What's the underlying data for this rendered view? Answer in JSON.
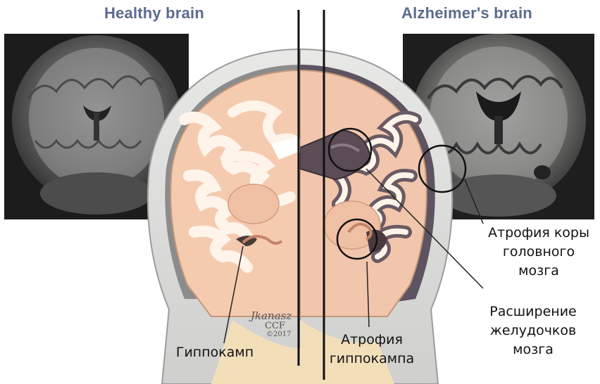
{
  "titles": {
    "healthy": "Healthy brain",
    "alzheimers": "Alzheimer's brain"
  },
  "labels": {
    "hippocampus": "Гиппокамп",
    "hippocampus_atrophy": "Атрофия\nгиппокампа",
    "cortex_atrophy": "Атрофия коры\nголовного\nмозга",
    "ventricle_enlargement": "Расширение\nжелудочков\nмозга"
  },
  "credit": {
    "signature": "Jkanasz",
    "org": "CCF",
    "year": "©2017"
  }
}
